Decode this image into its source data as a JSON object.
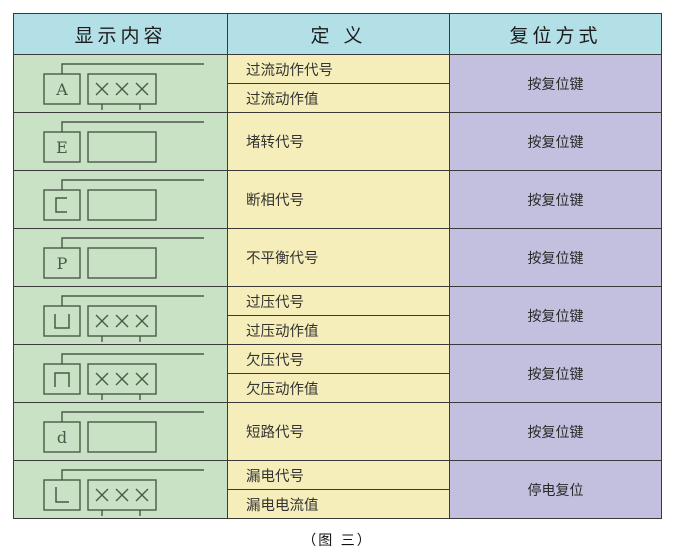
{
  "table": {
    "headers": [
      {
        "label": "显示内容",
        "name": "display-content"
      },
      {
        "label": "定 义",
        "name": "definition"
      },
      {
        "label": "复位方式",
        "name": "reset-method"
      }
    ],
    "rows": [
      {
        "icon_char": "A",
        "icon_type": "char-with-digits",
        "digits": "×××",
        "definitions": [
          "过流动作代号",
          "过流动作值"
        ],
        "reset": "按复位键"
      },
      {
        "icon_char": "E",
        "icon_type": "char-with-blank",
        "digits": "",
        "definitions": [
          "堵转代号"
        ],
        "reset": "按复位键"
      },
      {
        "icon_char": "C",
        "icon_type": "char-with-blank",
        "digits": "",
        "definitions": [
          "断相代号"
        ],
        "reset": "按复位键"
      },
      {
        "icon_char": "P",
        "icon_type": "char-with-blank",
        "digits": "",
        "definitions": [
          "不平衡代号"
        ],
        "reset": "按复位键"
      },
      {
        "icon_char": "U",
        "icon_type": "char-with-digits",
        "digits": "×××",
        "definitions": [
          "过压代号",
          "过压动作值"
        ],
        "reset": "按复位键"
      },
      {
        "icon_char": "∩",
        "icon_type": "char-with-digits",
        "digits": "×××",
        "definitions": [
          "欠压代号",
          "欠压动作值"
        ],
        "reset": "按复位键"
      },
      {
        "icon_char": "d",
        "icon_type": "char-with-blank",
        "digits": "",
        "definitions": [
          "短路代号"
        ],
        "reset": "按复位键"
      },
      {
        "icon_char": "L",
        "icon_type": "char-with-digits",
        "digits": "×××",
        "definitions": [
          "漏电代号",
          "漏电电流值"
        ],
        "reset": "停电复位"
      }
    ]
  },
  "caption": "（图 三）",
  "colors": {
    "header_bg": "#b3dfe7",
    "col1_bg": "#c9e2c5",
    "col2_bg": "#f6eeba",
    "col3_bg": "#c2c0de",
    "border": "#3a3a3a",
    "icon_stroke": "#4a5a4a"
  }
}
